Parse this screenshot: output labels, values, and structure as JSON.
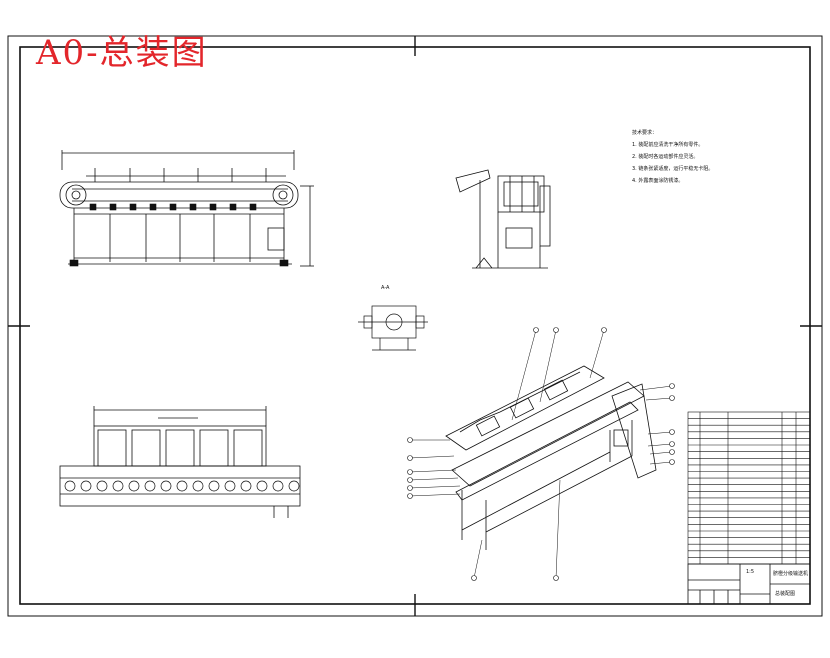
{
  "drawing": {
    "title": "A0-总装图",
    "accent_color": "#e3262b",
    "line_color": "#111111",
    "tech_notes": {
      "heading": "技术要求：",
      "items": [
        "1. 装配前应清洗干净所有零件。",
        "2. 装配时各运动部件应灵活。",
        "3. 链条张紧适度，运行平稳无卡阻。",
        "4. 外露表面涂防锈漆。"
      ]
    },
    "section_label": "A-A",
    "title_block": {
      "scale": "1:5",
      "name_line1": "脐橙分级输送机",
      "name_line2": "总装配图"
    },
    "parts_rows": 22
  }
}
